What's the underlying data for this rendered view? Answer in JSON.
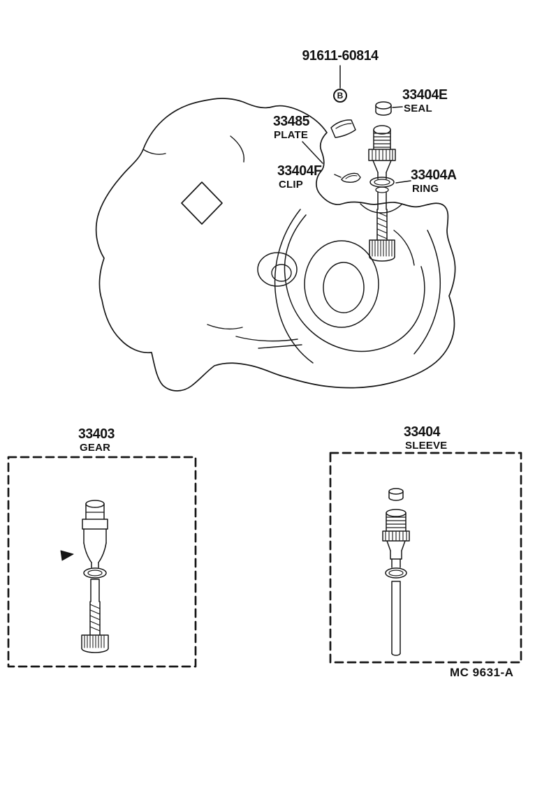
{
  "figure": {
    "footer_code": "MC 9631-A"
  },
  "callouts": {
    "bolt": {
      "number": "91611-60814",
      "marker": "B"
    },
    "seal": {
      "number": "33404E",
      "name": "SEAL"
    },
    "plate": {
      "number": "33485",
      "name": "PLATE"
    },
    "clip": {
      "number": "33404F",
      "name": "CLIP"
    },
    "ring": {
      "number": "33404A",
      "name": "RING"
    },
    "gear": {
      "number": "33403",
      "name": "GEAR"
    },
    "sleeve": {
      "number": "33404",
      "name": "SLEEVE"
    }
  }
}
